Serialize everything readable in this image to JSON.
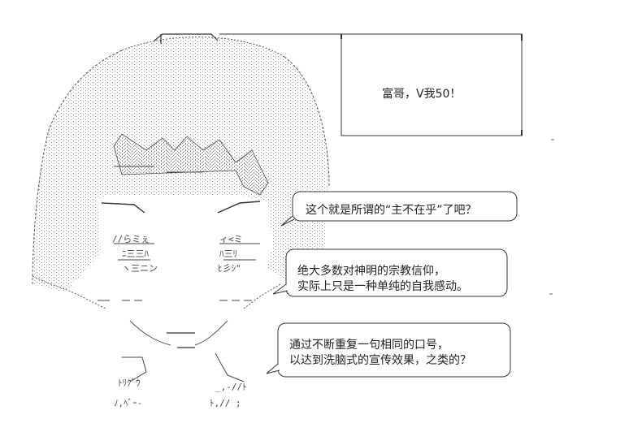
{
  "box": {
    "text": "富哥，V我50！"
  },
  "bubble1": {
    "text": "这个就是所谓的“主不在乎”了吧？"
  },
  "bubble2": {
    "line1": "绝大多数对神明的宗教信仰，",
    "line2": "实际上只是一种单纯的自我感动。"
  },
  "bubble3": {
    "line1": "通过不断重复一句相同的口号，",
    "line2": "以达到洗脑式的宣传效果，之类的？"
  },
  "colors": {
    "ink": "#222222",
    "background": "#ffffff"
  },
  "art": {
    "icon": "ascii-art-character"
  }
}
